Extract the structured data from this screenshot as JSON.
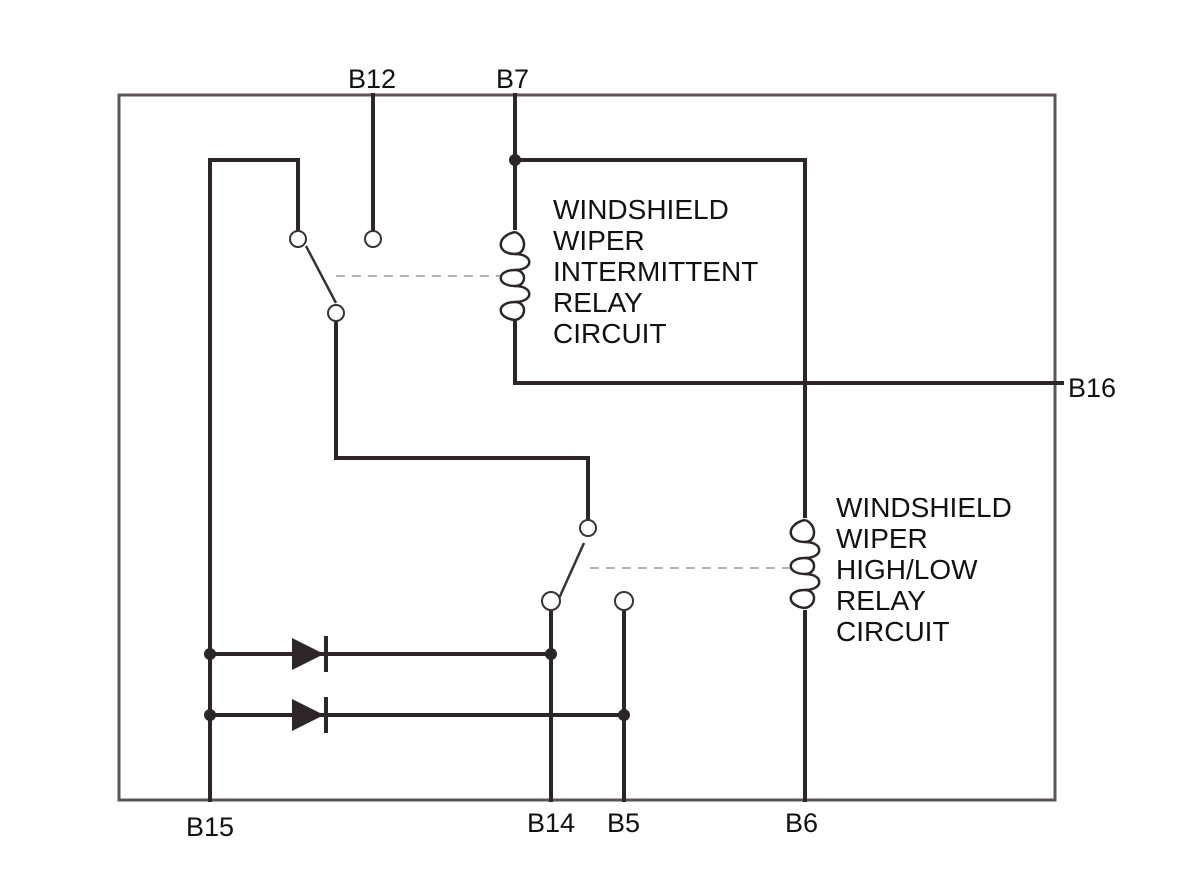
{
  "pins": {
    "b12": "B12",
    "b7": "B7",
    "b16": "B16",
    "b15": "B15",
    "b14": "B14",
    "b5": "B5",
    "b6": "B6"
  },
  "relays": {
    "intermittent": [
      "WINDSHIELD",
      "WIPER",
      "INTERMITTENT",
      "RELAY",
      "CIRCUIT"
    ],
    "high_low": [
      "WINDSHIELD",
      "WIPER",
      "HIGH/LOW",
      "RELAY",
      "CIRCUIT"
    ]
  }
}
